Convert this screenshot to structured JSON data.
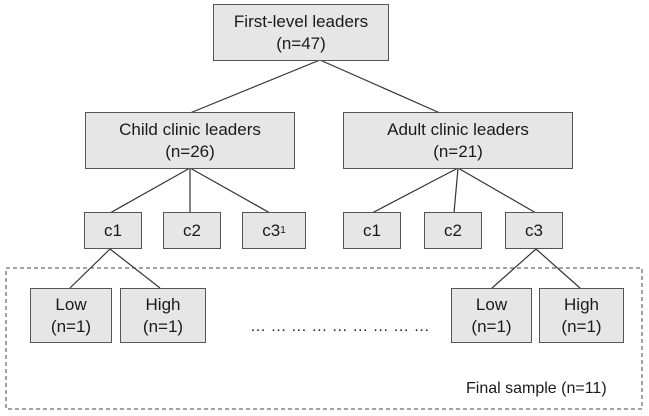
{
  "root": {
    "title": "First-level leaders",
    "n": "(n=47)"
  },
  "child_clinic": {
    "title": "Child clinic leaders",
    "n": "(n=26)"
  },
  "adult_clinic": {
    "title": "Adult clinic leaders",
    "n": "(n=21)"
  },
  "child_c1": "c1",
  "child_c2": "c2",
  "child_c3": "c3",
  "child_c3_footnote": "1",
  "adult_c1": "c1",
  "adult_c2": "c2",
  "adult_c3": "c3",
  "child_low": {
    "title": "Low",
    "n": "(n=1)"
  },
  "child_high": {
    "title": "High",
    "n": "(n=1)"
  },
  "adult_low": {
    "title": "Low",
    "n": "(n=1)"
  },
  "adult_high": {
    "title": "High",
    "n": "(n=1)"
  },
  "ellipsis": "… … … … … … … … …",
  "final_sample": "Final sample (n=11)"
}
